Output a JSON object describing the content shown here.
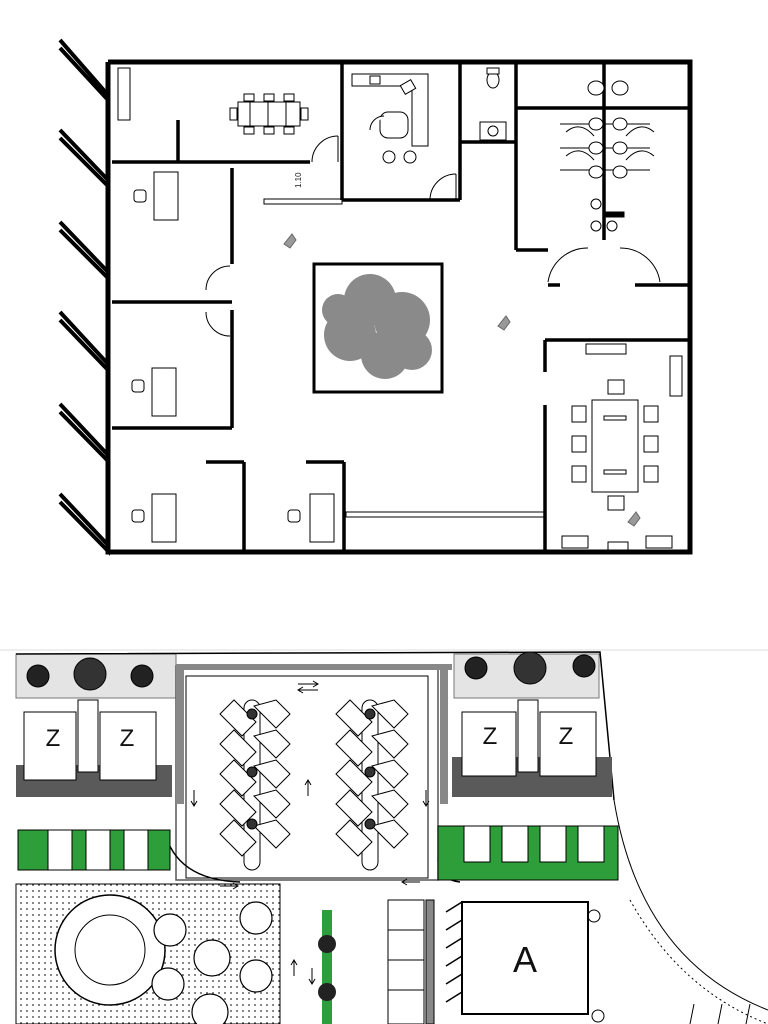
{
  "floor_plan": {
    "dimension_note": "1.10"
  },
  "site_plan": {
    "residential_blocks": [
      {
        "label": "Z"
      },
      {
        "label": "Z"
      },
      {
        "label": "Z"
      },
      {
        "label": "Z"
      }
    ],
    "building_a": {
      "label": "A"
    },
    "colors": {
      "wall": "#000000",
      "tree_fill": "#8a8a8a",
      "grass": "#2e9e3a",
      "pavement": "#5a5a5a",
      "gravel": "#e4e4e4"
    }
  },
  "icons": [
    "door-swing-icon",
    "chair-icon",
    "desk-icon",
    "tree-icon",
    "car-icon",
    "arrow-icon",
    "toilet-icon",
    "plant-icon"
  ]
}
